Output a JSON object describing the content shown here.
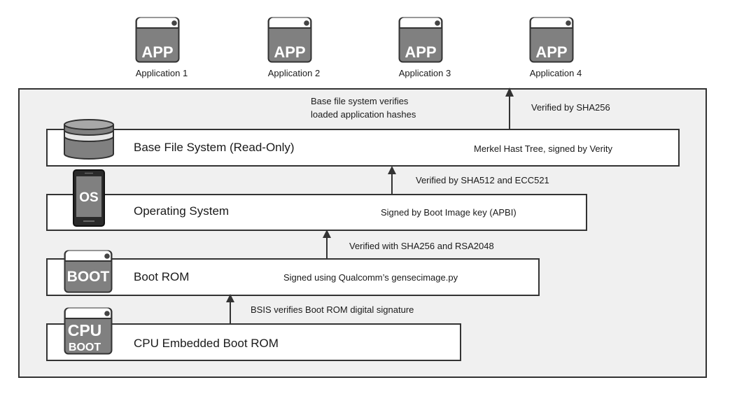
{
  "applications": [
    {
      "icon_text": "APP",
      "label": "Application 1"
    },
    {
      "icon_text": "APP",
      "label": "Application 2"
    },
    {
      "icon_text": "APP",
      "label": "Application 3"
    },
    {
      "icon_text": "APP",
      "label": "Application 4"
    }
  ],
  "layers": {
    "base_fs": {
      "title": "Base File System (Read-Only)",
      "note": "Merkel Hast Tree, signed by Verity",
      "icon": "database-icon"
    },
    "os": {
      "title": "Operating System",
      "note": "Signed by Boot Image key (APBI)",
      "icon_text": "OS",
      "icon": "phone-icon"
    },
    "boot_rom": {
      "title": "Boot ROM",
      "note": "Signed using Qualcomm’s gensecimage.py",
      "icon_text": "BOOT",
      "icon": "window-icon"
    },
    "cpu_boot": {
      "title": "CPU Embedded Boot ROM",
      "note": "",
      "icon_text_1": "CPU",
      "icon_text_2": "BOOT",
      "icon": "window-icon"
    }
  },
  "flows": {
    "apps_verified": "Verified by SHA256",
    "base_fs_verifies_line1": "Base file system verifies",
    "base_fs_verifies_line2": "loaded application hashes",
    "os_to_fs": "Verified by SHA512 and ECC521",
    "boot_to_os": "Verified with SHA256 and RSA2048",
    "cpu_to_boot": "BSIS verifies Boot ROM digital signature"
  },
  "colors": {
    "icon_fill": "#808080",
    "icon_border": "#333333",
    "frame_bg": "#f0f0f0",
    "line": "#333333"
  }
}
